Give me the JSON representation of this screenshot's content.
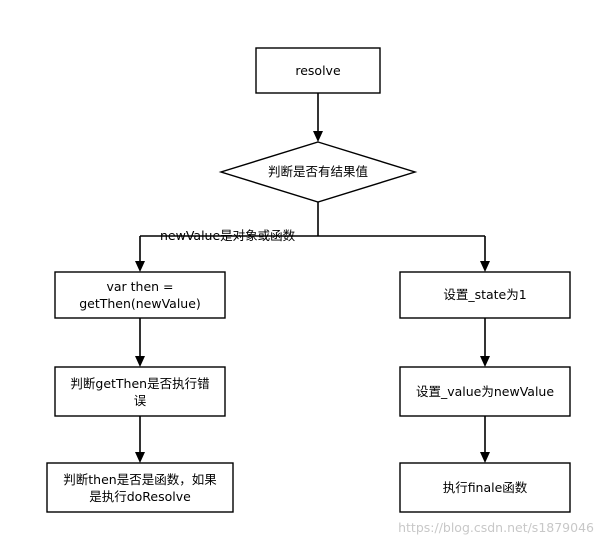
{
  "nodes": {
    "resolve": "resolve",
    "check_result": "判断是否有结果值",
    "var_then_line1": "var then =",
    "var_then_line2": "getThen(newValue)",
    "check_getthen_line1": "判断getThen是否执行错",
    "check_getthen_line2": "误",
    "check_then_line1": "判断then是否是函数，如果",
    "check_then_line2": "是执行doResolve",
    "set_state": "设置_state为1",
    "set_value": "设置_value为newValue",
    "exec_finale": "执行finale函数"
  },
  "edge_labels": {
    "is_object_or_function": "newValue是对象或函数"
  },
  "watermark": "https://blog.csdn.net/s1879046"
}
